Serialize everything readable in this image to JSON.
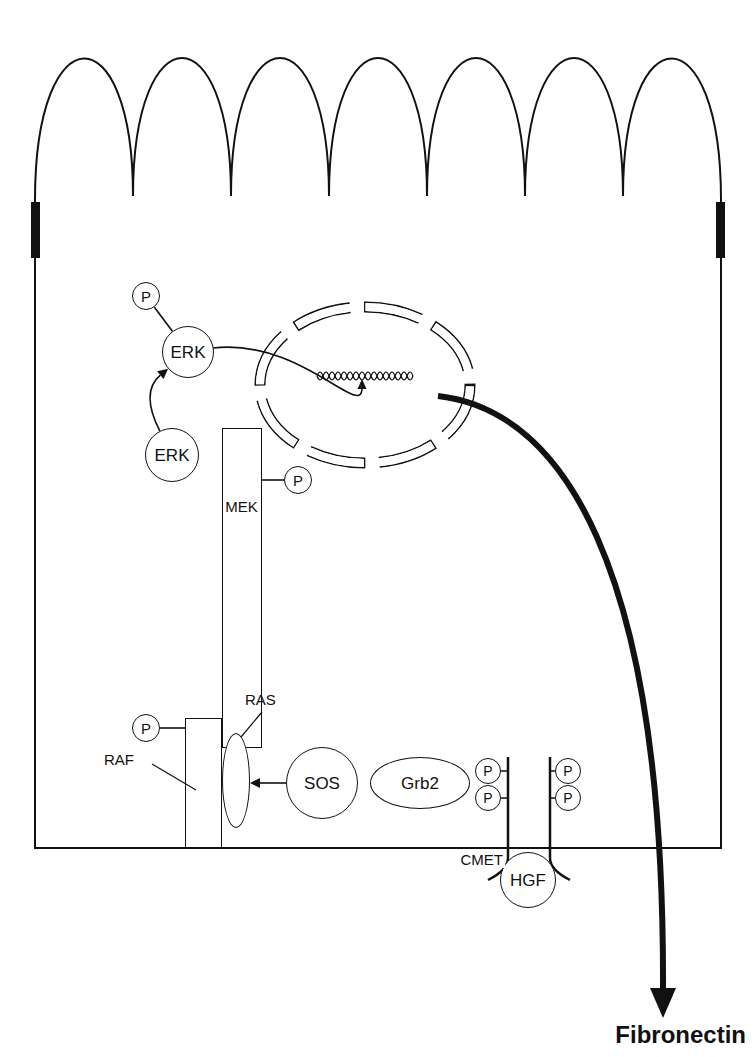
{
  "diagram": {
    "nodes": [
      {
        "text": [
          "P"
        ]
      },
      {
        "text": [
          "ERK"
        ]
      },
      {
        "text": [
          "ERK"
        ]
      },
      {
        "text": [
          "P"
        ]
      },
      {
        "text": [
          "MEK"
        ]
      },
      {
        "text": [
          "P"
        ]
      },
      {
        "text": [
          "RAF"
        ]
      },
      {
        "text": [
          "RAS"
        ]
      },
      {
        "text": [
          "SOS"
        ]
      },
      {
        "text": [
          "Grb2"
        ]
      },
      {
        "text": [
          "P"
        ]
      },
      {
        "text": [
          "P"
        ]
      },
      {
        "text": [
          "P"
        ]
      },
      {
        "text": [
          "P"
        ]
      },
      {
        "text": [
          "HGF"
        ]
      }
    ],
    "edges": [
      {
        "from": 0,
        "to": 1,
        "arrow": "none"
      },
      {
        "from": 2,
        "to": 1,
        "arrow": "to"
      },
      {
        "from": 3,
        "to": 4,
        "arrow": "none"
      },
      {
        "from": 5,
        "to": 6,
        "arrow": "none"
      },
      {
        "from": 8,
        "to": 7,
        "arrow": "to"
      }
    ],
    "labels": [
      "CMET",
      "Fibronectin"
    ]
  }
}
